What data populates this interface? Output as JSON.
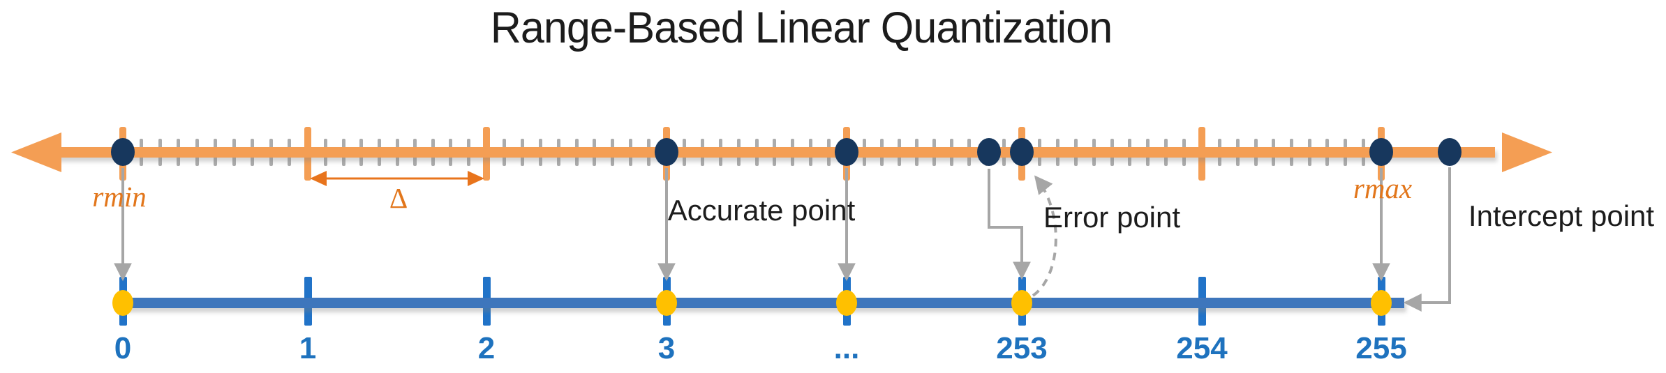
{
  "title": "Range-Based Linear Quantization",
  "real_axis": {
    "description": "continuous real-value number line",
    "min_label": "rmin",
    "max_label": "rmax",
    "step_label": "Δ"
  },
  "annotations": {
    "accurate": "Accurate point",
    "error": "Error point",
    "intercept": "Intercept point"
  },
  "quantized_axis": {
    "description": "8-bit integer number line",
    "labels": [
      "0",
      "1",
      "2",
      "3",
      "...",
      "253",
      "254",
      "255"
    ]
  },
  "colors": {
    "orange": "#F49E54",
    "orange_text": "#E2761B",
    "orange_arrow": "#E8741C",
    "navy": "#17375D",
    "blue": "#3E76BC",
    "blue_bright": "#2173C8",
    "blue_text": "#1E72BE",
    "yellow": "#FFC000",
    "gray": "#A6A6A6",
    "tick_gray": "#ACACAC",
    "ink": "#1C1C1C"
  }
}
